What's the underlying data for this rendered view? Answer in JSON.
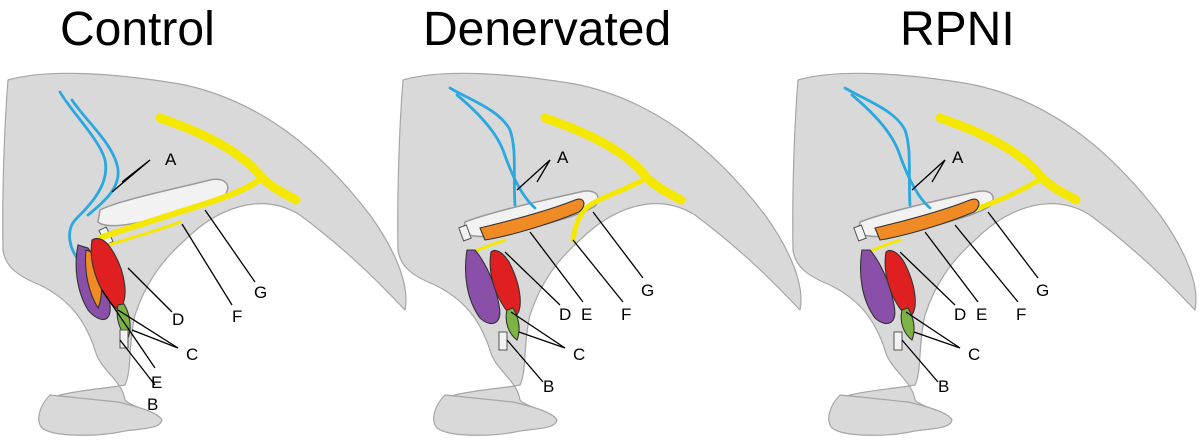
{
  "panels": [
    {
      "title": "Control",
      "labels": [
        "A",
        "B",
        "C",
        "D",
        "E",
        "F",
        "G"
      ]
    },
    {
      "title": "Denervated",
      "labels": [
        "A",
        "B",
        "C",
        "D",
        "E",
        "F",
        "G"
      ]
    },
    {
      "title": "RPNI",
      "labels": [
        "A",
        "B",
        "C",
        "D",
        "E",
        "F",
        "G"
      ]
    }
  ],
  "colors": {
    "silhouette": "#d9d9d9",
    "sciatic_nerve": "#f5e800",
    "blood_vessel": "#2aa8e0",
    "red_muscle": "#e02020",
    "orange_muscle": "#f08a24",
    "purple_muscle": "#8a4fa8",
    "green_muscle": "#7cb342"
  }
}
